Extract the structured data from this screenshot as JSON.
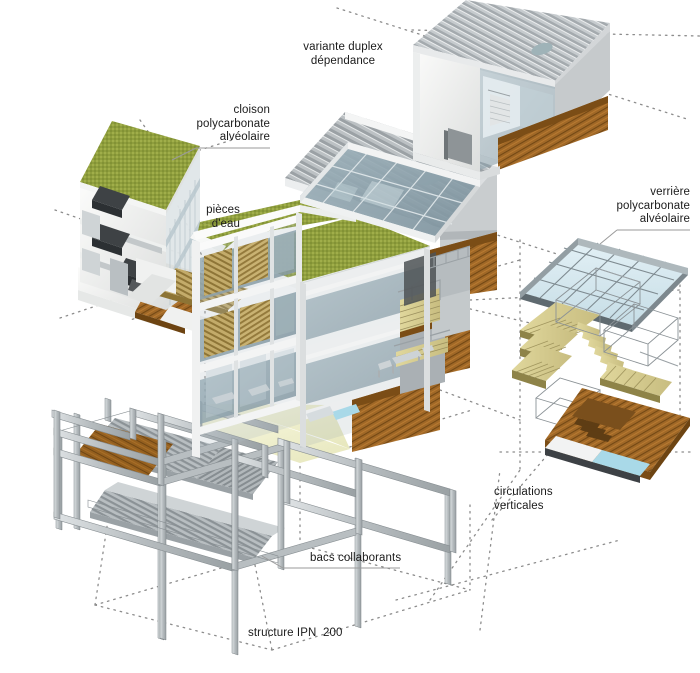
{
  "diagram": {
    "title": "exploded axonometric of modular steel-frame house",
    "background_color": "#ffffff",
    "projection_line_color": "#8c8c8c",
    "label_color": "#1b1b1b",
    "leader_color": "#9a9a9a"
  },
  "labels": {
    "duplex": "variante duplex\ndépendance",
    "cloison": "cloison\npolycarbonate\nalvéolaire",
    "pieces_eau": "pièces\nd'eau",
    "verriere": "verrière\npolycarbonate\nalvéolaire",
    "circulations": "circulations\nverticales",
    "bacs": "bacs collaborants",
    "structure": "structure IPN  200"
  },
  "palette": {
    "green_roof": "#8d9c3c",
    "green_roof_light": "#a8b455",
    "glass_blue": "#8fa3ad",
    "glass_pale": "#d8e8ee",
    "white_panel": "#f2f2f0",
    "grey_panel": "#c9cdcf",
    "metal_roof": "#b9bec1",
    "metal_roof_dark": "#8d9398",
    "wood_dark": "#8a5a22",
    "wood_mid": "#a9722c",
    "wood_pale": "#d8cf94",
    "steel": "#c2c7ca",
    "steel_dark": "#8f9699",
    "ground_cream": "#eeeec8",
    "interior_grey": "#b0b5b8",
    "dark_fixture": "#3a3d40",
    "cyan_accent": "#aadcea"
  },
  "modules": [
    {
      "name": "duplex-annex-module",
      "label_key": "duplex"
    },
    {
      "name": "wet-rooms-module",
      "label_key": "pieces_eau"
    },
    {
      "name": "main-house-volume",
      "label_key": null
    },
    {
      "name": "vertical-circulation-module",
      "label_key": "circulations"
    },
    {
      "name": "glazed-roof-panel",
      "label_key": "verriere"
    },
    {
      "name": "steel-frame-structure",
      "label_key": "structure"
    },
    {
      "name": "composite-floor-decks",
      "label_key": "bacs"
    }
  ]
}
